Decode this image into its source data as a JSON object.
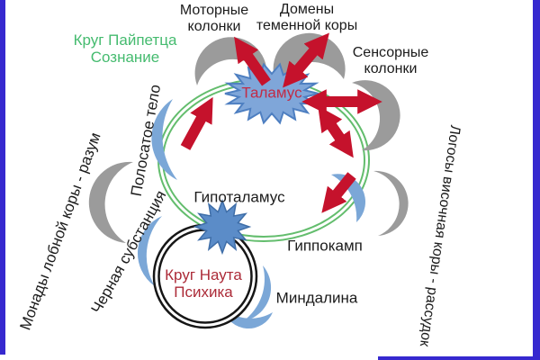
{
  "diagram": {
    "title_circuit_1": "Круг Пайпетца\nСознание",
    "title_circuit_2": "Круг Наута\nПсихика",
    "labels": {
      "papez": {
        "text": "Круг Пайпетца\nСознание",
        "color": "#45bb6f"
      },
      "motor_columns": {
        "text": "Моторные\nколонки"
      },
      "parietal_domains": {
        "text": "Домены\nтеменной коры"
      },
      "sensory_columns": {
        "text": "Сенсорные\nколонки"
      },
      "thalamus": {
        "text": "Таламус",
        "color": "#c22b45"
      },
      "hypothalamus": {
        "text": "Гипоталамус"
      },
      "hippocampus": {
        "text": "Гиппокамп"
      },
      "amygdala": {
        "text": "Миндалина"
      },
      "nauta": {
        "text": "Круг Наута\nПсихика",
        "color": "#ac2b38"
      },
      "frontal_monads": {
        "text": "Монады лобной коры - разум"
      },
      "striatum": {
        "text": "Полосатое тело"
      },
      "substantia_nigra": {
        "text": "Черная субстанция"
      },
      "temporal_logos": {
        "text": "Логосы височная коры - рассудок"
      }
    },
    "colors": {
      "frame_border": "#3629cf",
      "papez_ring_green": "#63bd6d",
      "arrow_red": "#c5122c",
      "cortex_gray": "#9b9b9b",
      "nuclei_blue": "#7ba7d7",
      "thalamus_fill": "#7fa6d9",
      "hypothalamus_fill": "#5b8cc8",
      "nauta_ring_black": "#161616"
    }
  }
}
